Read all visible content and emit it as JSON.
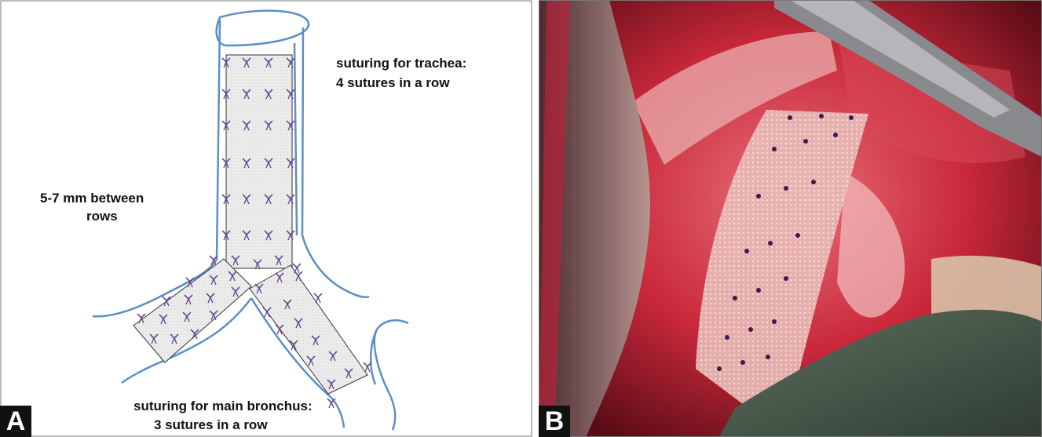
{
  "panel_a": {
    "badge": "A",
    "trachea_label_line1": "suturing for trachea:",
    "trachea_label_line2": "4 sutures in a row",
    "rows_label_line1": "5-7 mm between",
    "rows_label_line2": "rows",
    "bronchus_label_line1": "suturing for main bronchus:",
    "bronchus_label_line2": "3 sutures in a row"
  },
  "panel_b": {
    "badge": "B"
  },
  "colors": {
    "outline": "#5b8fc7",
    "suture": "#6a4c93",
    "patch_fill": "#ececec",
    "tissue": "#c8283a"
  }
}
